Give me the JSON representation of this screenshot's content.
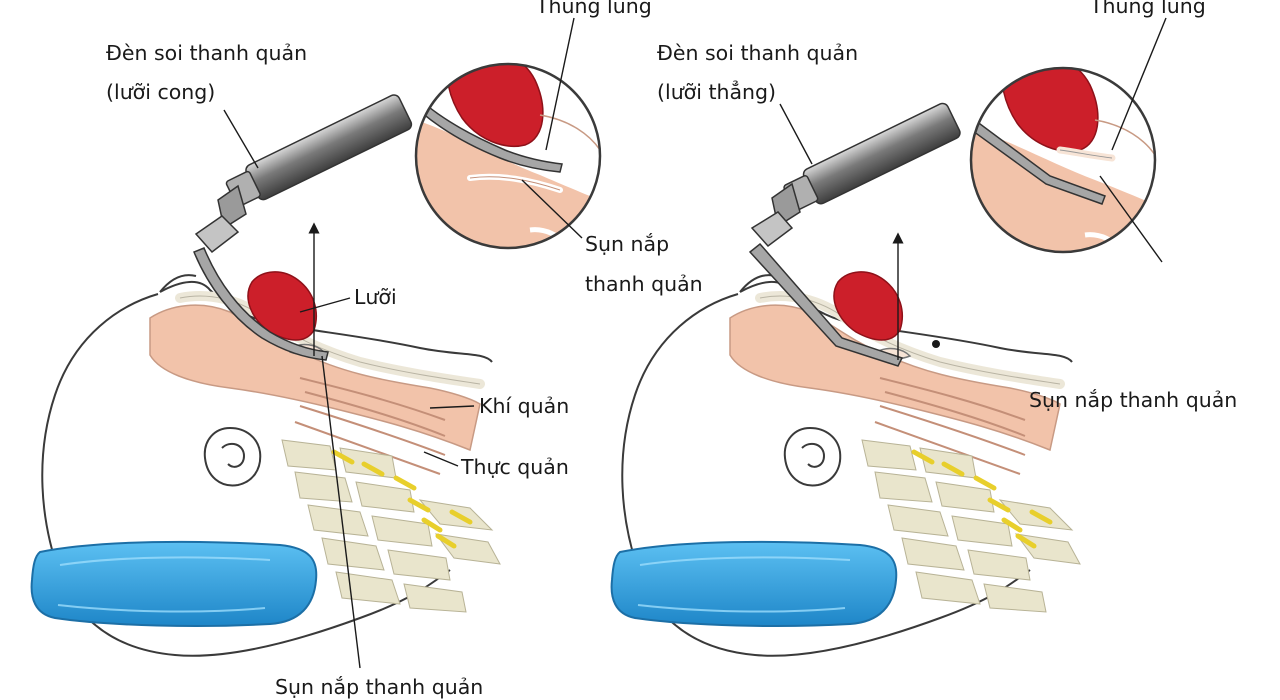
{
  "left_panel": {
    "laryngoscope_label_line1": "Đèn soi thanh quản",
    "laryngoscope_label_line2": "(lưỡi cong)",
    "vallecula_label": "Thung lũng",
    "epiglottis_inset_line1": "Sụn nắp",
    "epiglottis_inset_line2": "thanh quản",
    "tongue_label": "Lưỡi",
    "trachea_label": "Khí quản",
    "esophagus_label": "Thực quản",
    "epiglottis_bottom_label": "Sụn nắp thanh quản"
  },
  "right_panel": {
    "laryngoscope_label_line1": "Đèn soi thanh quản",
    "laryngoscope_label_line2": "(lưỡi thẳng)",
    "vallecula_label": "Thung lũng",
    "epiglottis_label": "Sụn nắp thanh quản"
  },
  "colors": {
    "tongue": "#cc1f2a",
    "tissue": "#f2c3aa",
    "pillow": "#3aa9e6",
    "spine": "#e9e5cc",
    "disc": "#e8cf2c",
    "metal": "#8c8c8c",
    "outline": "#3a3a3a"
  }
}
